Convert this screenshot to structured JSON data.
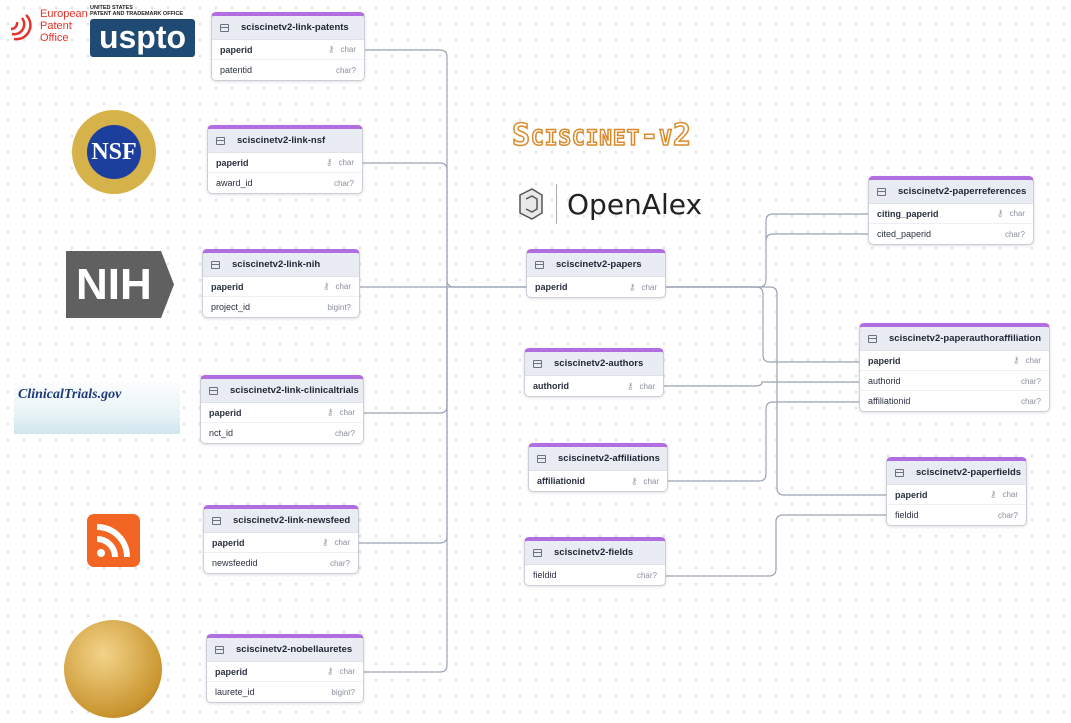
{
  "title": "Sciscinet-v2",
  "openalex": "OpenAlex",
  "logos": {
    "epo": [
      "European",
      "Patent",
      "Office"
    ],
    "uspto_small": [
      "UNITED STATES",
      "PATENT AND TRADEMARK OFFICE"
    ],
    "uspto": "uspto",
    "nsf": "NSF",
    "nih": "NIH",
    "clinicaltrials": "ClinicalTrials.gov"
  },
  "tables": [
    {
      "id": "patents",
      "name": "sciscinetv2-link-patents",
      "cols": [
        {
          "name": "paperid",
          "type": "char",
          "pk": true
        },
        {
          "name": "patentid",
          "type": "char?"
        }
      ]
    },
    {
      "id": "nsf",
      "name": "sciscinetv2-link-nsf",
      "cols": [
        {
          "name": "paperid",
          "type": "char",
          "pk": true
        },
        {
          "name": "award_id",
          "type": "char?"
        }
      ]
    },
    {
      "id": "nih",
      "name": "sciscinetv2-link-nih",
      "cols": [
        {
          "name": "paperid",
          "type": "char",
          "pk": true
        },
        {
          "name": "project_id",
          "type": "bigint?"
        }
      ]
    },
    {
      "id": "clinical",
      "name": "sciscinetv2-link-clinicaltrials",
      "cols": [
        {
          "name": "paperid",
          "type": "char",
          "pk": true
        },
        {
          "name": "nct_id",
          "type": "char?"
        }
      ]
    },
    {
      "id": "newsfeed",
      "name": "sciscinetv2-link-newsfeed",
      "cols": [
        {
          "name": "paperid",
          "type": "char",
          "pk": true
        },
        {
          "name": "newsfeedid",
          "type": "char?"
        }
      ]
    },
    {
      "id": "nobel",
      "name": "sciscinetv2-nobellauretes",
      "cols": [
        {
          "name": "paperid",
          "type": "char",
          "pk": true
        },
        {
          "name": "laurete_id",
          "type": "bigint?"
        }
      ]
    },
    {
      "id": "papers",
      "name": "sciscinetv2-papers",
      "cols": [
        {
          "name": "paperid",
          "type": "char",
          "pk": true
        }
      ]
    },
    {
      "id": "authors",
      "name": "sciscinetv2-authors",
      "cols": [
        {
          "name": "authorid",
          "type": "char",
          "pk": true
        }
      ]
    },
    {
      "id": "affiliations",
      "name": "sciscinetv2-affiliations",
      "cols": [
        {
          "name": "affiliationid",
          "type": "char",
          "pk": true
        }
      ]
    },
    {
      "id": "fields",
      "name": "sciscinetv2-fields",
      "cols": [
        {
          "name": "fieldid",
          "type": "char?"
        }
      ]
    },
    {
      "id": "refs",
      "name": "sciscinetv2-paperreferences",
      "cols": [
        {
          "name": "citing_paperid",
          "type": "char",
          "pk": true
        },
        {
          "name": "cited_paperid",
          "type": "char?"
        }
      ]
    },
    {
      "id": "paa",
      "name": "sciscinetv2-paperauthoraffiliation",
      "cols": [
        {
          "name": "paperid",
          "type": "char",
          "pk": true
        },
        {
          "name": "authorid",
          "type": "char?"
        },
        {
          "name": "affiliationid",
          "type": "char?"
        }
      ]
    },
    {
      "id": "pf",
      "name": "sciscinetv2-paperfields",
      "cols": [
        {
          "name": "paperid",
          "type": "char",
          "pk": true
        },
        {
          "name": "fieldid",
          "type": "char?"
        }
      ]
    }
  ]
}
